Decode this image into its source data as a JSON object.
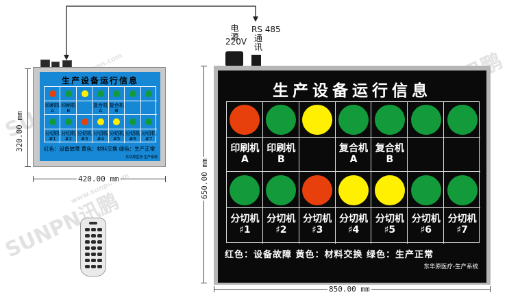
{
  "colors": {
    "red": "#e8400c",
    "green": "#139a3b",
    "yellow": "#ffef00",
    "off": "#0a0a0a"
  },
  "watermark": {
    "brand": "SUNPN讯鹏",
    "url": "www.sunpn.com"
  },
  "top_labels": {
    "power": "电源\n220V",
    "power_l1": "电源",
    "power_l2": "220V",
    "rs485_l1": "RS 485",
    "rs485_l2": "通",
    "rs485_l3": "讯"
  },
  "small_board": {
    "title": "生产设备运行信息",
    "row1_labels": [
      [
        "印刷机",
        "A"
      ],
      [
        "印刷机",
        "B"
      ],
      [
        "",
        ""
      ],
      [
        "复合机",
        "A"
      ],
      [
        "复合机",
        "B"
      ],
      [
        "",
        ""
      ],
      [
        "",
        ""
      ]
    ],
    "row2_labels": [
      [
        "分切机",
        "#1"
      ],
      [
        "分切机",
        "#2"
      ],
      [
        "分切机",
        "#3"
      ],
      [
        "分切机",
        "#4"
      ],
      [
        "分切机",
        "#5"
      ],
      [
        "分切机",
        "#6"
      ],
      [
        "分切机",
        "#7"
      ]
    ],
    "row1_states": [
      "red",
      "green",
      "yellow",
      "green",
      "green",
      "green",
      "green"
    ],
    "row2_states": [
      "green",
      "green",
      "red",
      "yellow",
      "yellow",
      "green",
      "green"
    ],
    "legend": "红色：设备故障    黄色：材料交换    绿色：生产正常",
    "footer": "东华原医疗-生产系统"
  },
  "big_board": {
    "title": "生产设备运行信息",
    "row1_labels": [
      [
        "印刷机",
        "A"
      ],
      [
        "印刷机",
        "B"
      ],
      [
        "",
        ""
      ],
      [
        "复合机",
        "A"
      ],
      [
        "复合机",
        "B"
      ],
      [
        "",
        ""
      ],
      [
        "",
        ""
      ]
    ],
    "row2_labels": [
      [
        "分切机",
        "♯1"
      ],
      [
        "分切机",
        "♯2"
      ],
      [
        "分切机",
        "♯3"
      ],
      [
        "分切机",
        "♯4"
      ],
      [
        "分切机",
        "♯5"
      ],
      [
        "分切机",
        "♯6"
      ],
      [
        "分切机",
        "♯7"
      ]
    ],
    "row1_states": [
      "red",
      "green",
      "yellow",
      "green",
      "green",
      "green",
      "green"
    ],
    "row2_states": [
      "green",
      "green",
      "red",
      "yellow",
      "yellow",
      "green",
      "green"
    ],
    "legend": "红色：设备故障   黄色：材料交换   绿色：生产正常",
    "footer": "东华原医疗-生产系统"
  },
  "dimensions": {
    "small_width": "420.00 mm",
    "small_height": "320.00 mm",
    "big_width": "850.00 mm",
    "big_height": "650.00 mm"
  }
}
